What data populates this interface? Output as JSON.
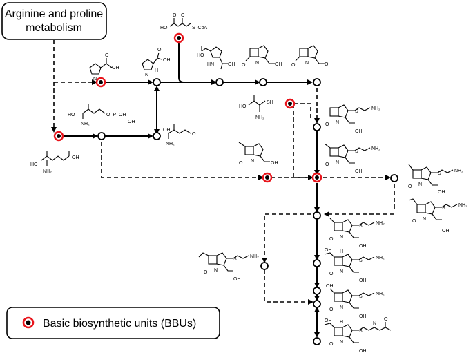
{
  "title_box": {
    "line1": "Arginine and proline",
    "line2": "metabolism"
  },
  "legend": {
    "label": "Basic  biosynthetic units (BBUs)"
  },
  "labels": {
    "malonyl": "HO",
    "scoa": "S–CoA",
    "proline_oh": "OH",
    "p5c_oh": "OH",
    "p5c_n": "N",
    "p5c_h": "H",
    "glu_phos_oh1": "OH",
    "glu_phos_opo": "O–P–OH",
    "glu_phos_h2n": "NH₂",
    "glu_phos_ho": "HO",
    "glsa_oh": "OH",
    "glsa_nh2": "NH₂",
    "glu_ho": "HO",
    "glu_oh": "OH",
    "glu_nh2": "NH₂",
    "cys_ho": "HO",
    "cys_sh": "SH",
    "cys_nh2": "NH₂",
    "cmpr_hn": "HN",
    "cmpr_oh": "OH",
    "cmpr_ho": "HO",
    "carbapenam_oh": "OH",
    "carbapenem_oh": "OH",
    "nh2": "NH₂",
    "oh": "OH",
    "s": "S",
    "n": "N",
    "h": "H",
    "o": "O"
  },
  "colors": {
    "bbu_ring": "#e8141b",
    "line": "#000000"
  }
}
